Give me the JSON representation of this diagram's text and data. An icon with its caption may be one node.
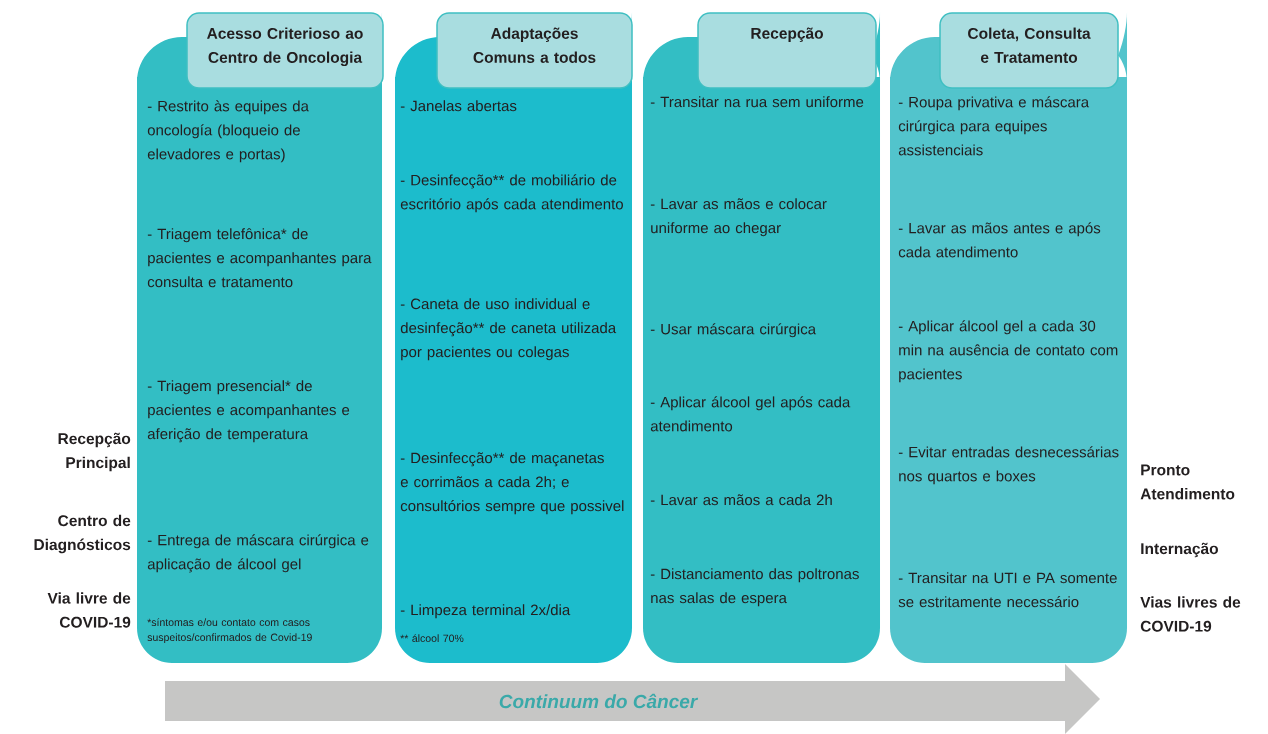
{
  "diagram": {
    "nodes": [
      {
        "text": [
          "Acesso Criterioso ao Centro de Oncologia",
          "- Restrito às equipes da oncología (bloqueio de elevadores e portas)",
          "- Triagem telefônica* de pacientes e acompanhantes para consulta e tratamento",
          "- Triagem presencial* de pacientes e acompanhantes e aferição de temperatura",
          "- Entrega de máscara cirúrgica e aplicação de álcool gel",
          "*síntomas e/ou contato com casos suspeitos/confirmados de Covid-19"
        ]
      },
      {
        "text": [
          "Adaptações Comuns a todos",
          "- Janelas abertas",
          "- Desinfecção** de mobiliário de escritório após cada atendimento",
          "- Caneta de uso individual e desinfeção** de caneta utilizada por pacientes ou colegas",
          "- Desinfecção** de maçanetas e corrimãos a cada 2h; e consultórios sempre que possivel",
          "- Limpeza terminal 2x/dia",
          "** álcool 70%"
        ]
      },
      {
        "text": [
          "Recepção",
          "- Transitar na rua sem uniforme",
          "- Lavar as mãos e colocar uniforme ao chegar",
          "- Usar máscara cirúrgica",
          "- Aplicar álcool gel após cada atendimento",
          "- Lavar as mãos a cada 2h",
          "- Distanciamento das poltronas nas salas de espera"
        ]
      },
      {
        "text": [
          "Coleta, Consulta e Tratamento",
          "- Roupa privativa e máscara cirúrgica para equipes assistenciais",
          "- Lavar as mãos antes e após cada atendimento",
          "- Aplicar álcool gel a cada 30 min na ausência de contato com pacientes",
          "- Evitar entradas desnecessárias nos quartos e boxes",
          "- Transitar na UTI e PA somente se estritamente necessário"
        ]
      },
      {
        "text": [
          "Continuum do Câncer"
        ]
      }
    ],
    "labels": [
      "Recepção Principal",
      "Centro de Diagnósticos",
      "Via livre de COVID-19",
      "Pronto Atendimento",
      "Internação",
      "Vias livres de COVID-19"
    ]
  }
}
